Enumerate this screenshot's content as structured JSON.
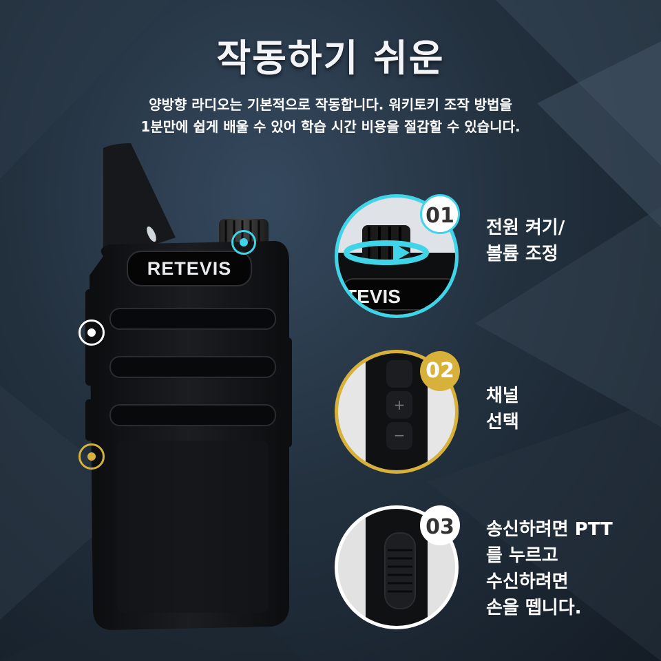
{
  "title": "작동하기 쉬운",
  "subtitle": {
    "line1": "양방향 라디오는 기본적으로 작동합니다. 워키토키 조작 방법을",
    "line2": "1분만에 쉽게 배울 수 있어 학습 시간 비용을 절감할 수 있습니다."
  },
  "brand": "RETEVIS",
  "brand_crop": "TEVIS",
  "features": [
    {
      "number": "01",
      "lines": [
        "전원 켜기/",
        "볼륨 조정"
      ],
      "color": "#3fd4e8"
    },
    {
      "number": "02",
      "lines": [
        "채널",
        "선택"
      ],
      "color": "#d8b13a"
    },
    {
      "number": "03",
      "lines": [
        "송신하려면 PTT",
        "를 누르고",
        "수신하려면",
        "손을 뗍니다."
      ],
      "color": "#ffffff"
    }
  ],
  "colors": {
    "cyan": "#3fd4e8",
    "gold": "#d8b13a",
    "body": "#111315"
  }
}
